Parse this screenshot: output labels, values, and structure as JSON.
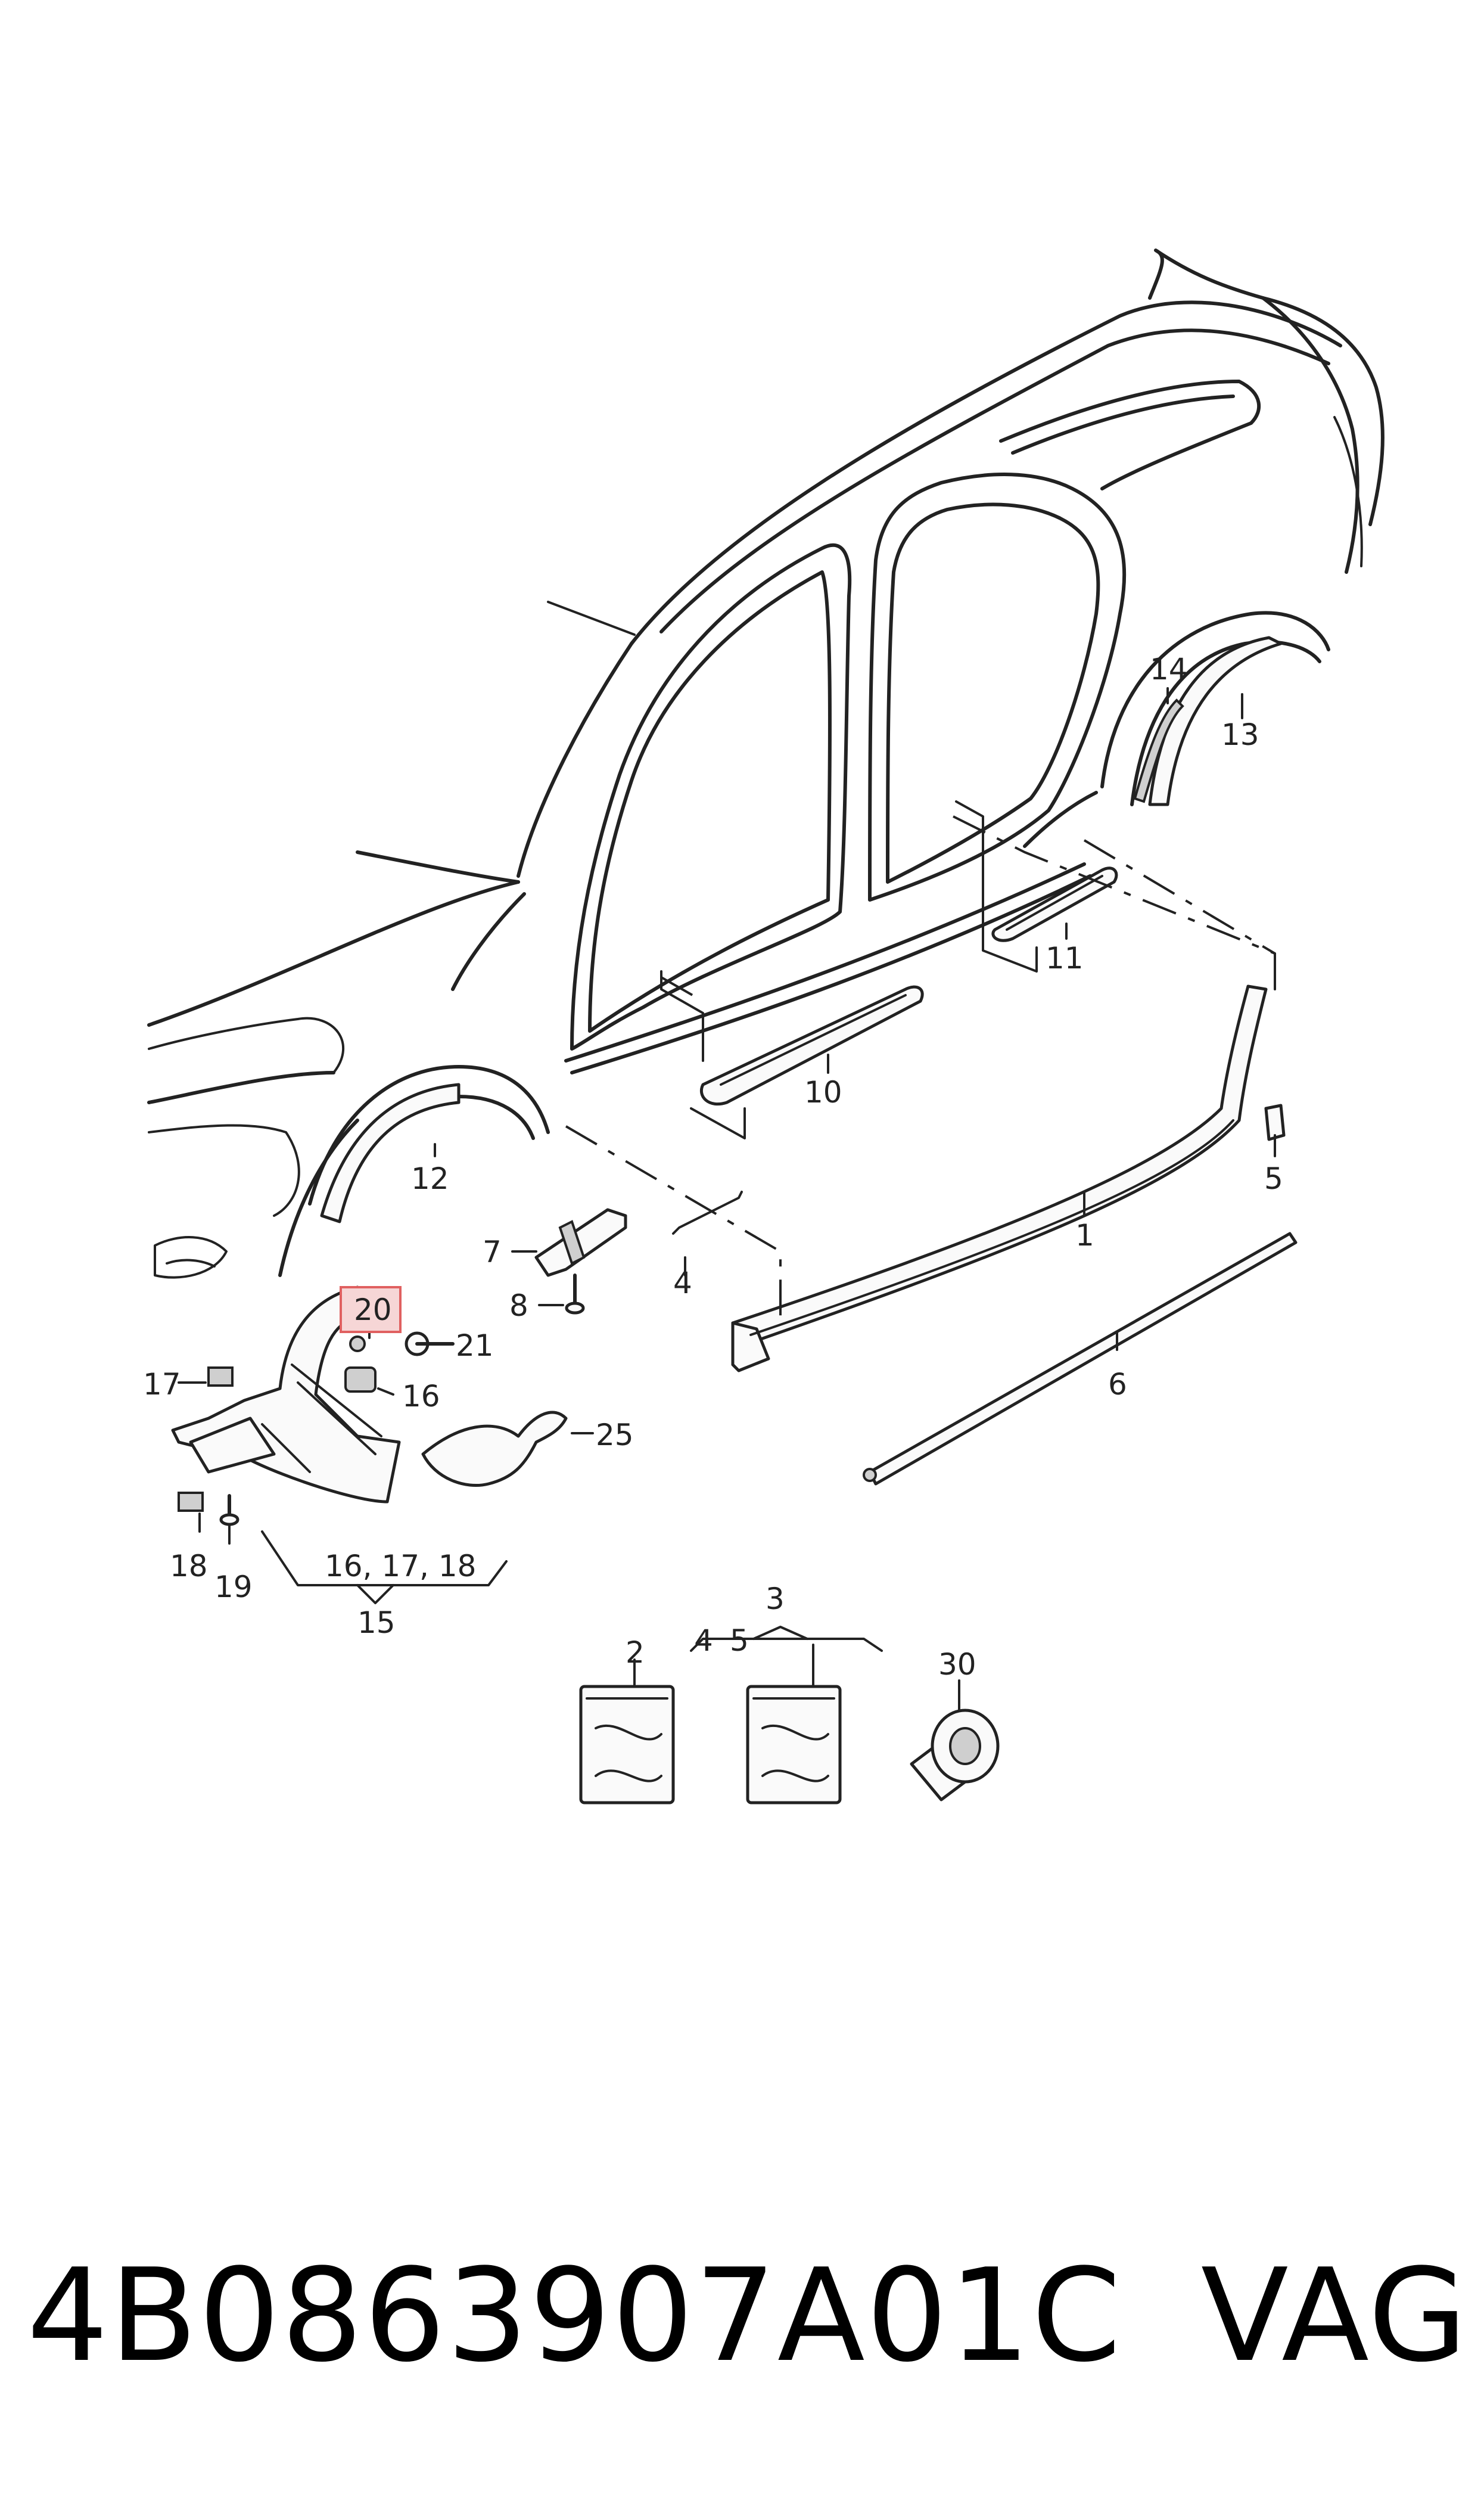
{
  "footer": {
    "part_number": "4B0863907A01C",
    "brand": "VAG"
  },
  "diagram": {
    "highlighted_callout": "20",
    "callouts": {
      "c1": "1",
      "c2": "2",
      "c3": "3",
      "c4": "4",
      "c4b": "4",
      "c5": "5",
      "c5b": "5",
      "c6": "6",
      "c7": "7",
      "c8": "8",
      "c10": "10",
      "c11": "11",
      "c12": "12",
      "c13": "13",
      "c14": "14",
      "c15": "15",
      "c16": "16",
      "c16set": "16, 17, 18",
      "c17": "17",
      "c18": "18",
      "c19": "19",
      "c20": "20",
      "c21": "21",
      "c25": "25",
      "c30": "30"
    }
  }
}
